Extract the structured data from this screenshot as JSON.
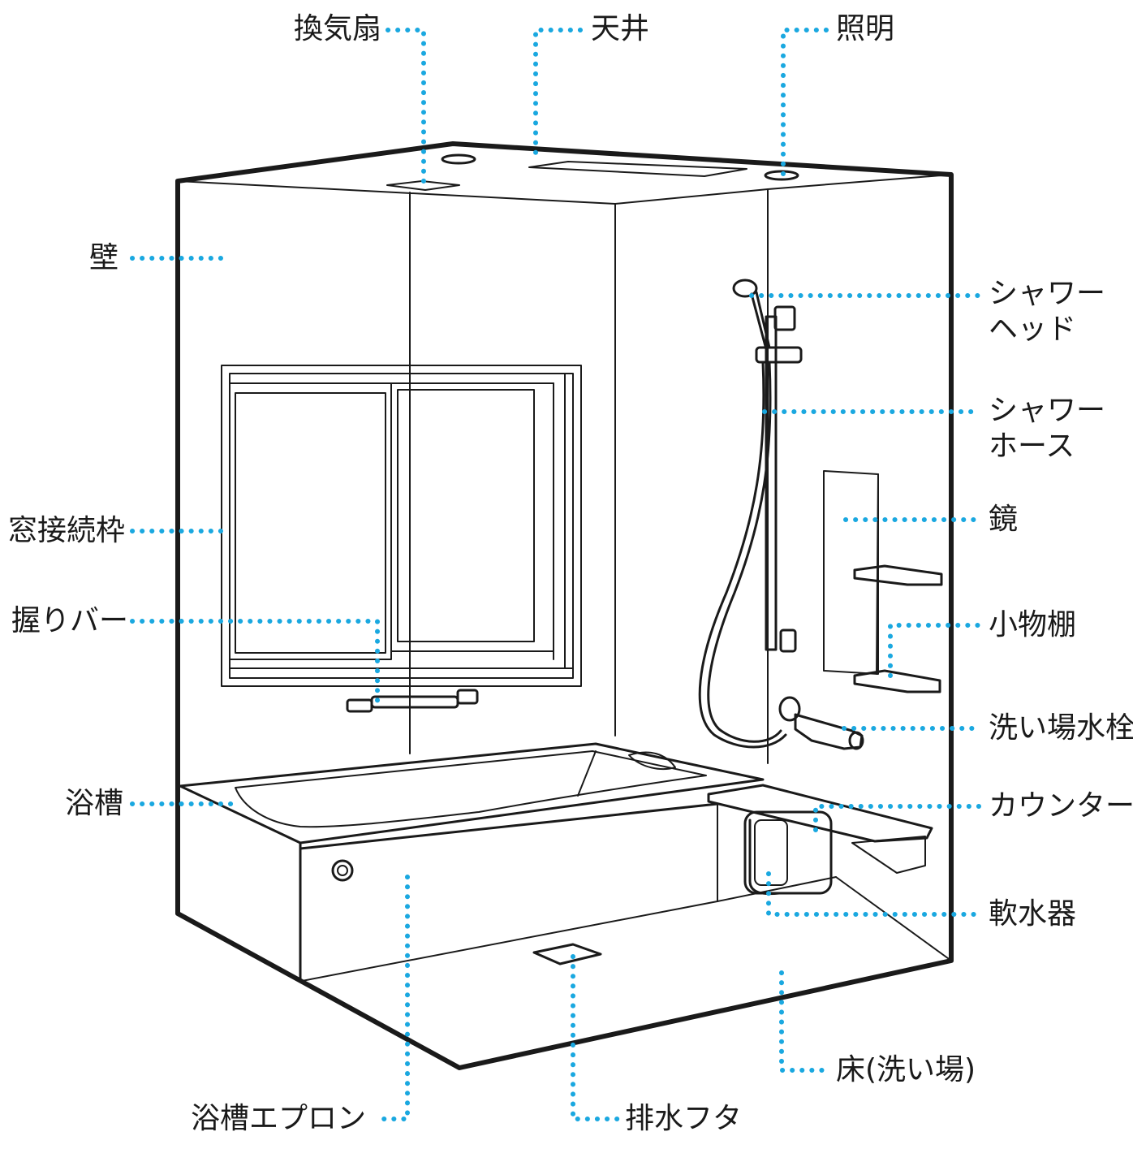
{
  "labels": {
    "fan": "換気扇",
    "ceiling": "天井",
    "light": "照明",
    "wall": "壁",
    "shower_head_1": "シャワー",
    "shower_head_2": "ヘッド",
    "shower_hose_1": "シャワー",
    "shower_hose_2": "ホース",
    "window_frame": "窓接続枠",
    "mirror": "鏡",
    "grab_bar": "握りバー",
    "shelf": "小物棚",
    "faucet": "洗い場水栓",
    "tub": "浴槽",
    "counter": "カウンター",
    "softener": "軟水器",
    "floor": "床(洗い場)",
    "apron": "浴槽エプロン",
    "drain_cover": "排水フタ"
  },
  "colors": {
    "leader": "#1aa8e0",
    "line": "#1a1a1a",
    "background": "#ffffff"
  }
}
